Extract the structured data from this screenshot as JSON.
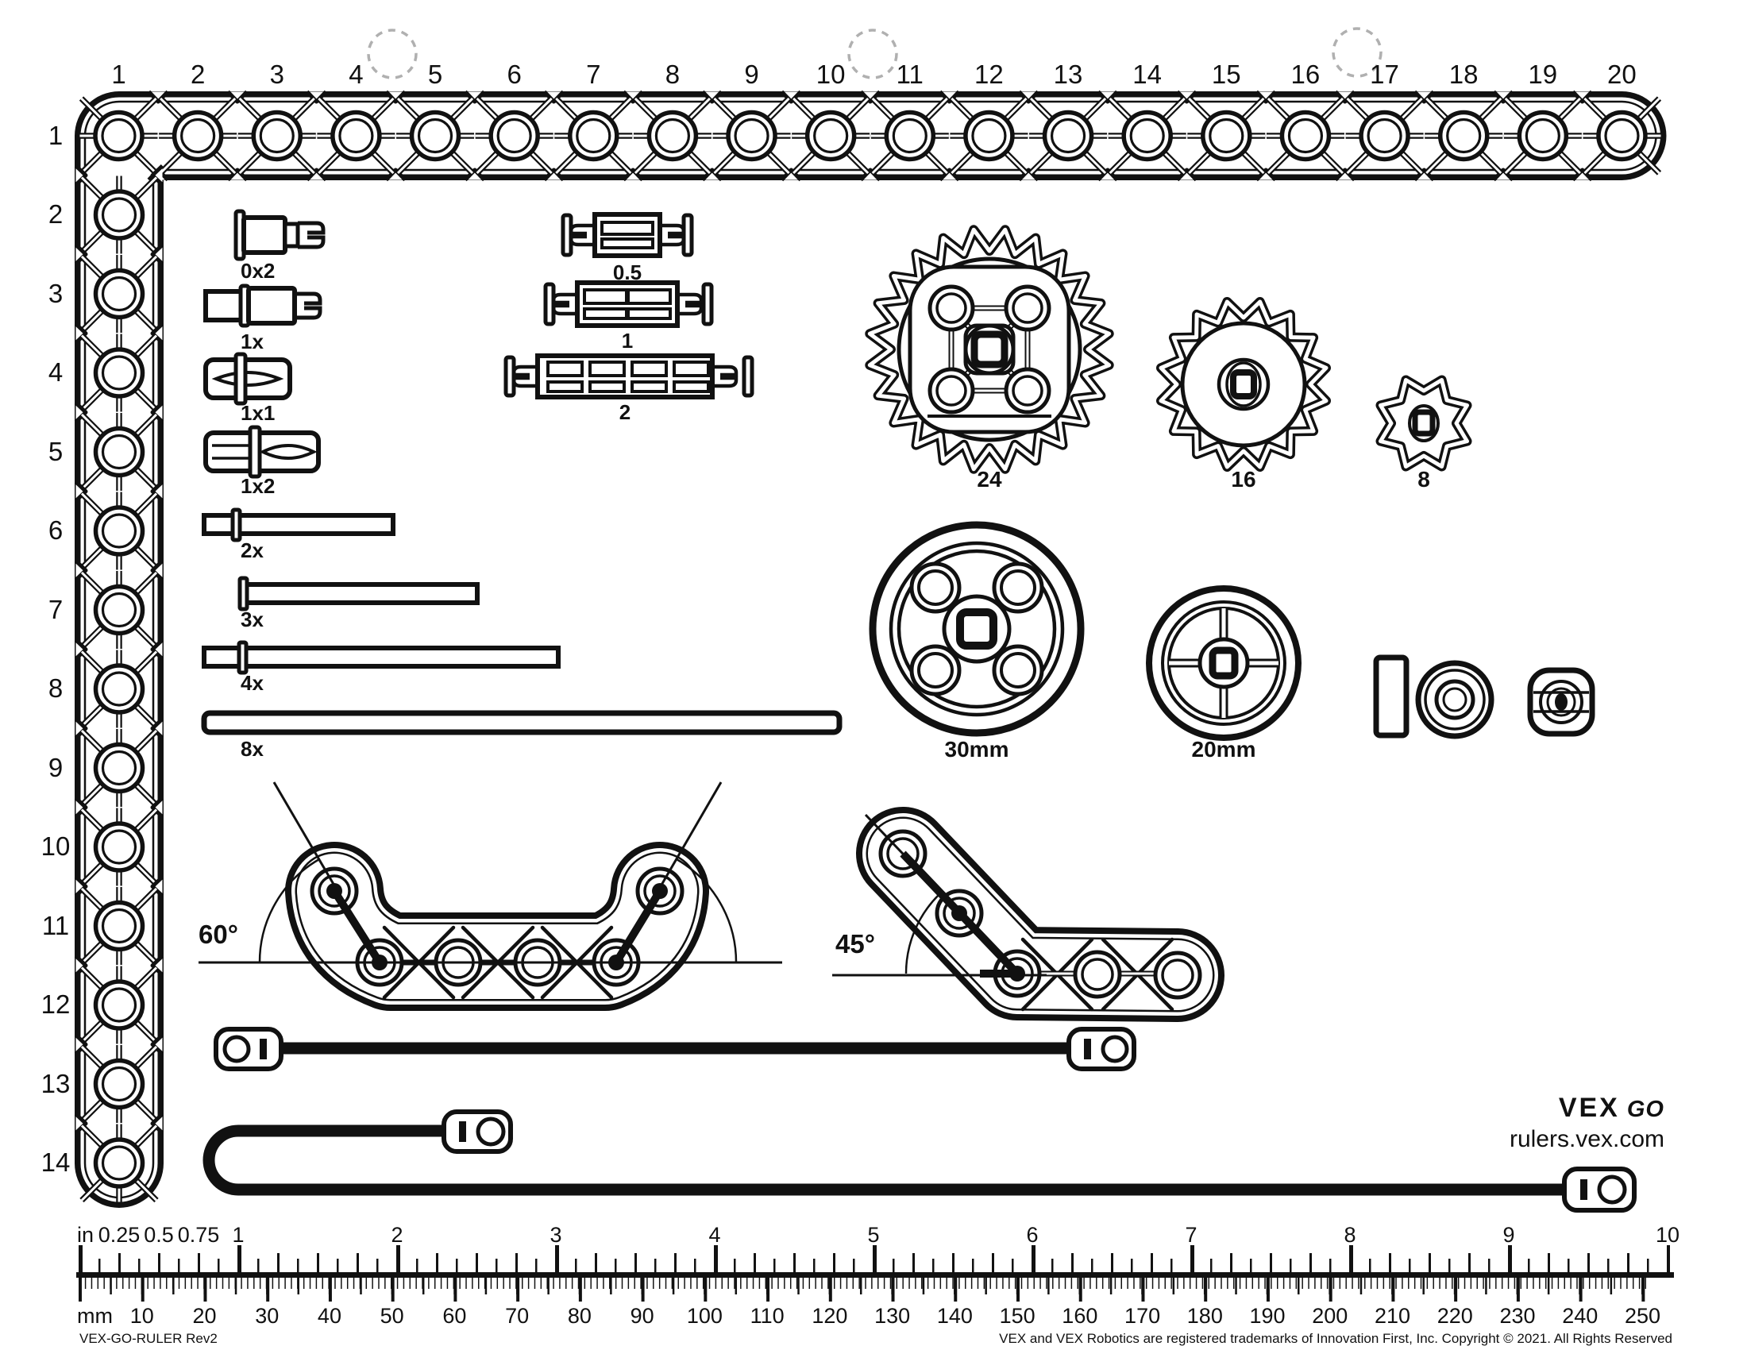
{
  "beam_top": {
    "numbers": [
      "1",
      "2",
      "3",
      "4",
      "5",
      "6",
      "7",
      "8",
      "9",
      "10",
      "11",
      "12",
      "13",
      "14",
      "15",
      "16",
      "17",
      "18",
      "19",
      "20"
    ]
  },
  "beam_left": {
    "numbers": [
      "1",
      "2",
      "3",
      "4",
      "5",
      "6",
      "7",
      "8",
      "9",
      "10",
      "11",
      "12",
      "13",
      "14"
    ]
  },
  "parts": {
    "pins": [
      {
        "label": "0x2"
      },
      {
        "label": "1x"
      },
      {
        "label": "1x1"
      },
      {
        "label": "1x2"
      }
    ],
    "axles": [
      {
        "label": "2x"
      },
      {
        "label": "3x"
      },
      {
        "label": "4x"
      },
      {
        "label": "8x"
      }
    ],
    "standoffs": [
      {
        "label": "0.5"
      },
      {
        "label": "1"
      },
      {
        "label": "2"
      }
    ],
    "gears": [
      {
        "label": "24",
        "teeth": 24
      },
      {
        "label": "16",
        "teeth": 16
      },
      {
        "label": "8",
        "teeth": 8
      }
    ],
    "wheels": [
      {
        "label": "30mm"
      },
      {
        "label": "20mm"
      }
    ],
    "angle_beams": [
      {
        "label": "60°"
      },
      {
        "label": "45°"
      }
    ]
  },
  "ruler": {
    "inch_unit": "in",
    "mm_unit": "mm",
    "inch_marks": [
      0.25,
      0.5,
      0.75,
      1,
      2,
      3,
      4,
      5,
      6,
      7,
      8,
      9,
      10
    ],
    "mm_marks": [
      10,
      20,
      30,
      40,
      50,
      60,
      70,
      80,
      90,
      100,
      110,
      120,
      130,
      140,
      150,
      160,
      170,
      180,
      190,
      200,
      210,
      220,
      230,
      240,
      250
    ]
  },
  "brand": {
    "vex": "VEX",
    "go": "GO",
    "url": "rulers.vex.com"
  },
  "footer": {
    "left": "VEX-GO-RULER Rev2",
    "right": "VEX and VEX Robotics are registered trademarks of Innovation First, Inc. Copyright © 2021. All Rights Reserved"
  },
  "colors": {
    "ink": "#111111",
    "dash_circle": "#b0b0b0",
    "background": "#ffffff"
  }
}
